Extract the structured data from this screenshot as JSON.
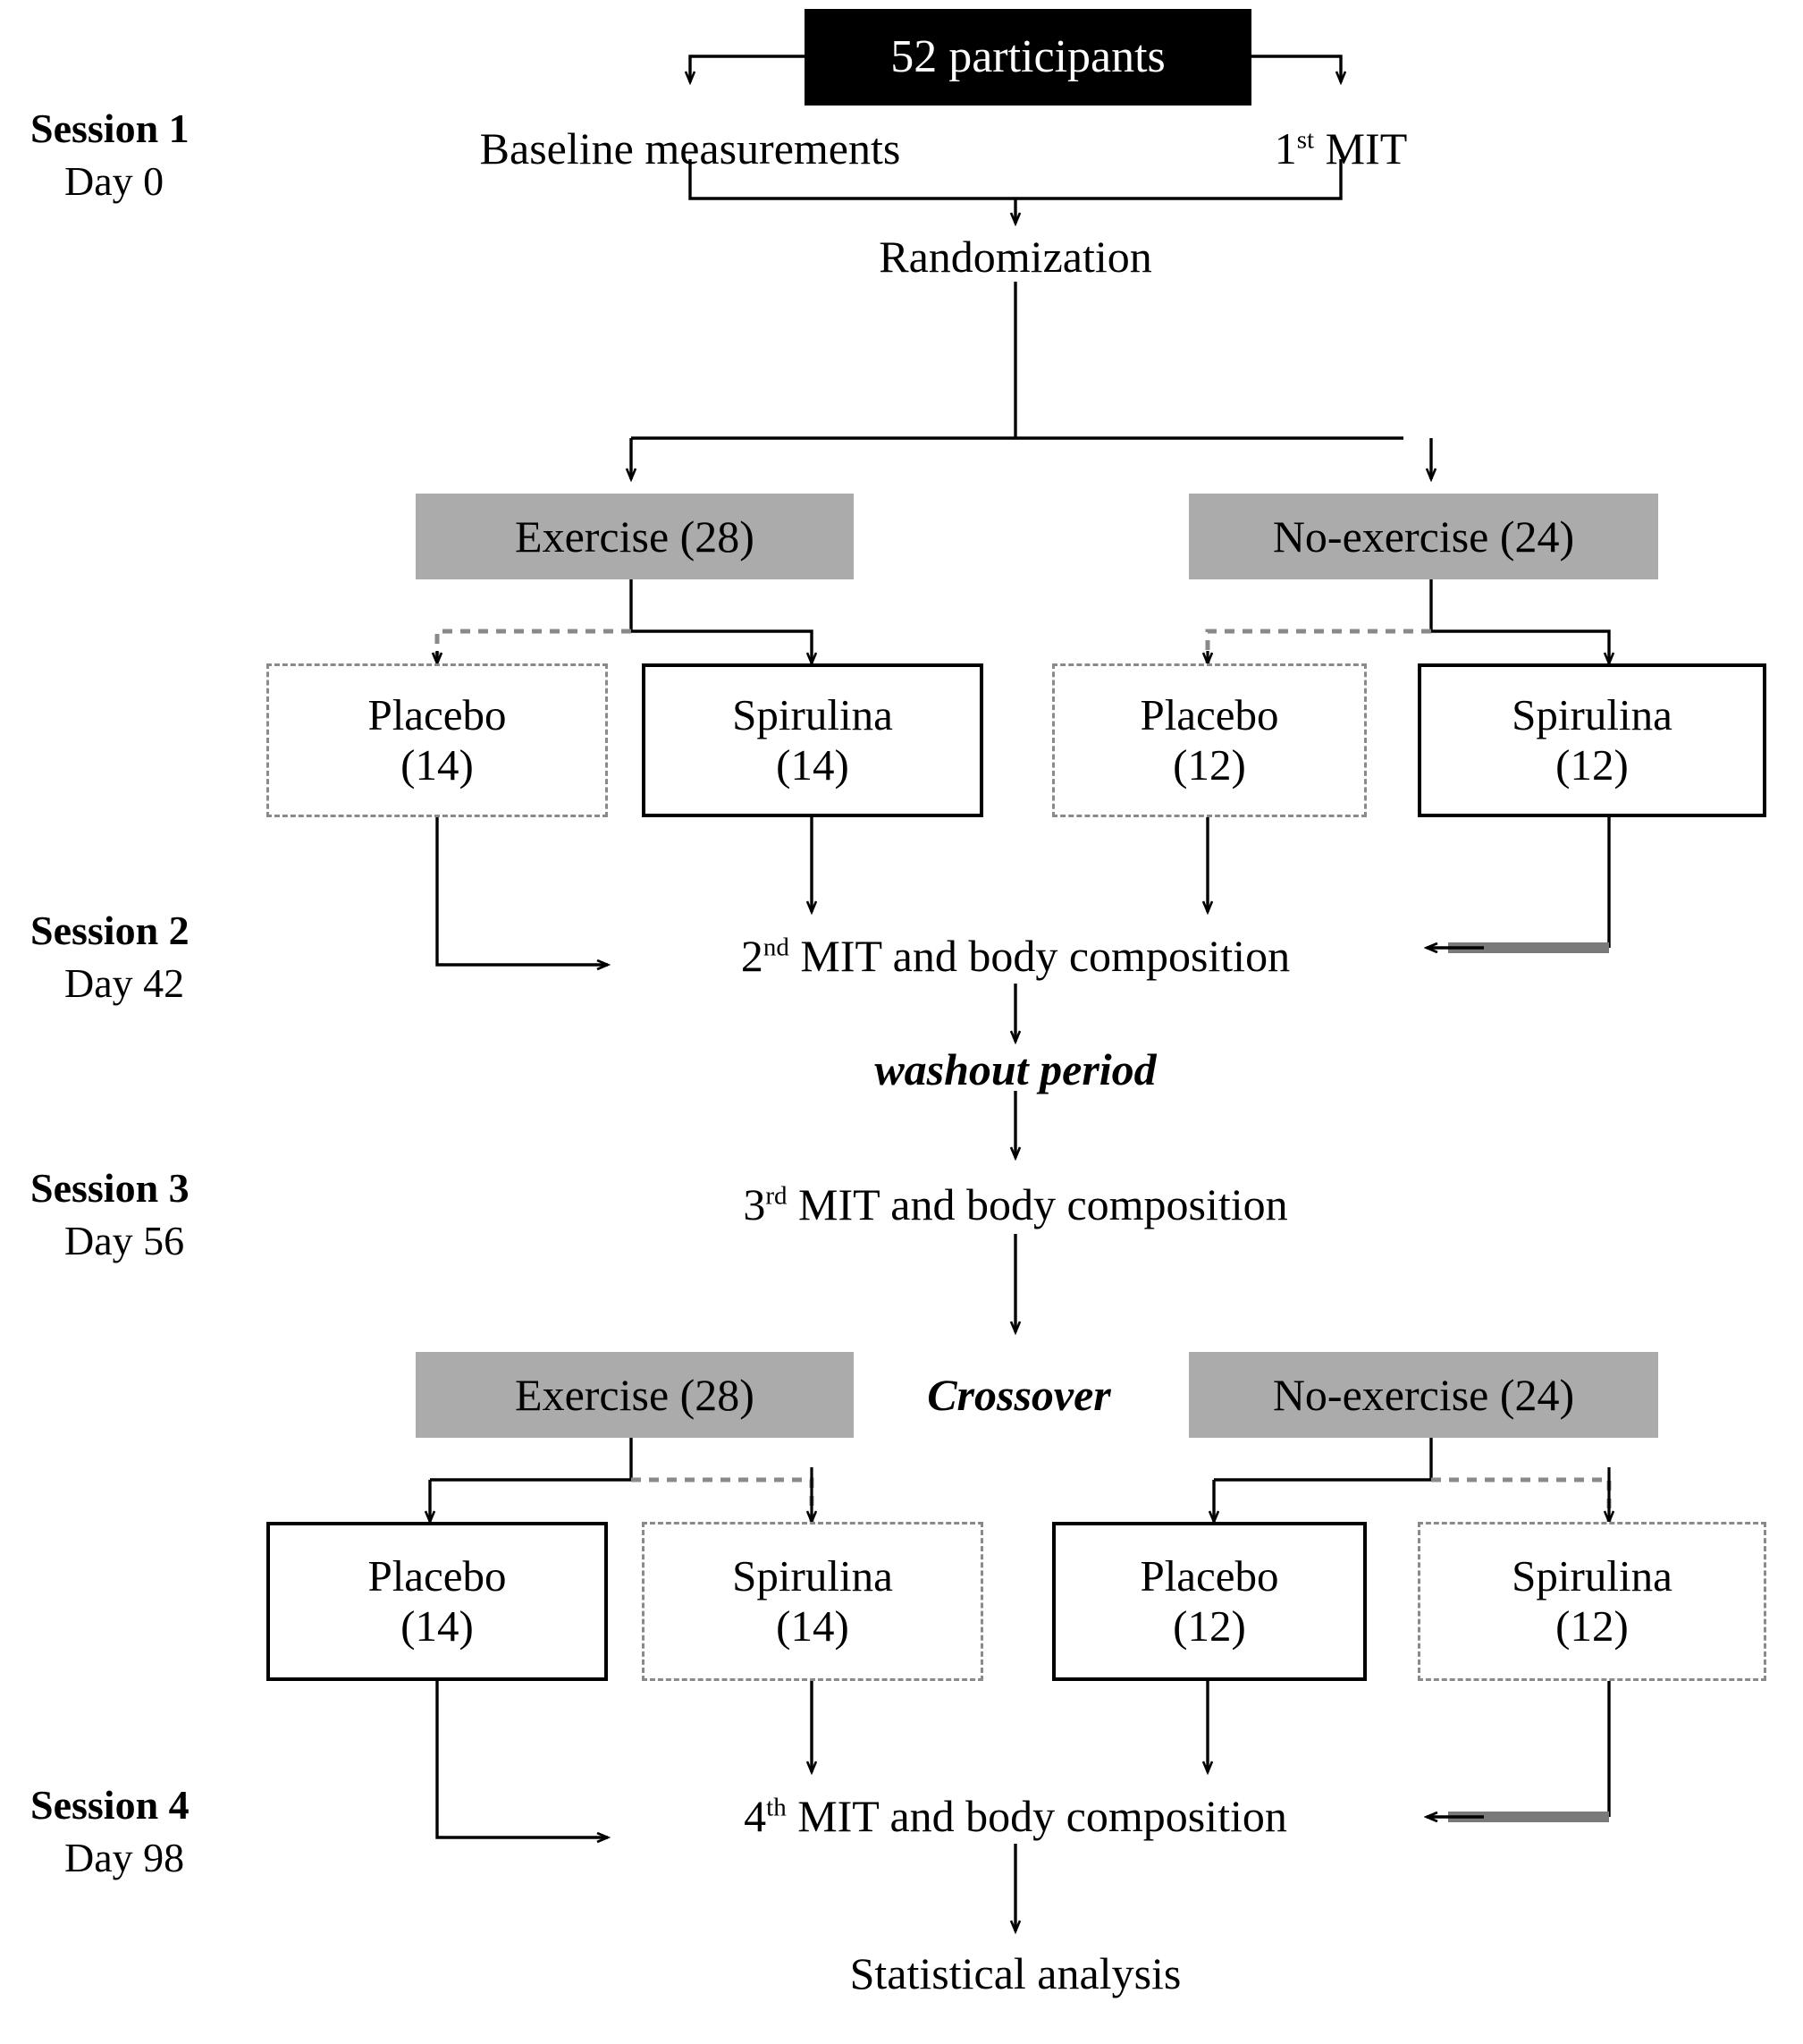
{
  "figure": {
    "type": "flowchart",
    "title": "Crossover study design flow diagram",
    "colors": {
      "black_box_fill": "#000000",
      "black_box_text": "#ffffff",
      "gray_box_fill": "#ababab",
      "solid_border": "#000000",
      "dashed_border": "#8a8a8a",
      "gray_connector": "#808080",
      "background": "#ffffff"
    }
  },
  "sessions": [
    {
      "title": "Session 1",
      "day": "Day 0"
    },
    {
      "title": "Session 2",
      "day": "Day 42"
    },
    {
      "title": "Session 3",
      "day": "Day 56"
    },
    {
      "title": "Session 4",
      "day": "Day 98"
    }
  ],
  "nodes": {
    "participants": "52 participants",
    "baseline": "Baseline measurements",
    "mit1_pre": "1",
    "mit1_sup": "st",
    "mit1_post": " MIT",
    "randomization": "Randomization",
    "exercise_1": "Exercise (28)",
    "noexercise_1": "No-exercise (24)",
    "placebo_ex_1_name": "Placebo",
    "placebo_ex_1_n": "(14)",
    "spirulina_ex_1_name": "Spirulina",
    "spirulina_ex_1_n": "(14)",
    "placebo_nx_1_name": "Placebo",
    "placebo_nx_1_n": "(12)",
    "spirulina_nx_1_name": "Spirulina",
    "spirulina_nx_1_n": "(12)",
    "mit2_pre": "2",
    "mit2_sup": "nd",
    "mit2_post": " MIT  and  body  composition",
    "washout": "washout period",
    "mit3_pre": "3",
    "mit3_sup": "rd",
    "mit3_post": " MIT  and  body  composition",
    "crossover": "Crossover",
    "exercise_2": "Exercise (28)",
    "noexercise_2": "No-exercise (24)",
    "placebo_ex_2_name": "Placebo",
    "placebo_ex_2_n": "(14)",
    "spirulina_ex_2_name": "Spirulina",
    "spirulina_ex_2_n": "(14)",
    "placebo_nx_2_name": "Placebo",
    "placebo_nx_2_n": "(12)",
    "spirulina_nx_2_name": "Spirulina",
    "spirulina_nx_2_n": "(12)",
    "mit4_pre": "4",
    "mit4_sup": "th",
    "mit4_post": " MIT  and  body  composition",
    "statistical": "Statistical  analysis"
  },
  "group_counts": {
    "total": 52,
    "exercise": 28,
    "no_exercise": 24,
    "exercise_placebo": 14,
    "exercise_spirulina": 14,
    "no_exercise_placebo": 12,
    "no_exercise_spirulina": 12
  }
}
